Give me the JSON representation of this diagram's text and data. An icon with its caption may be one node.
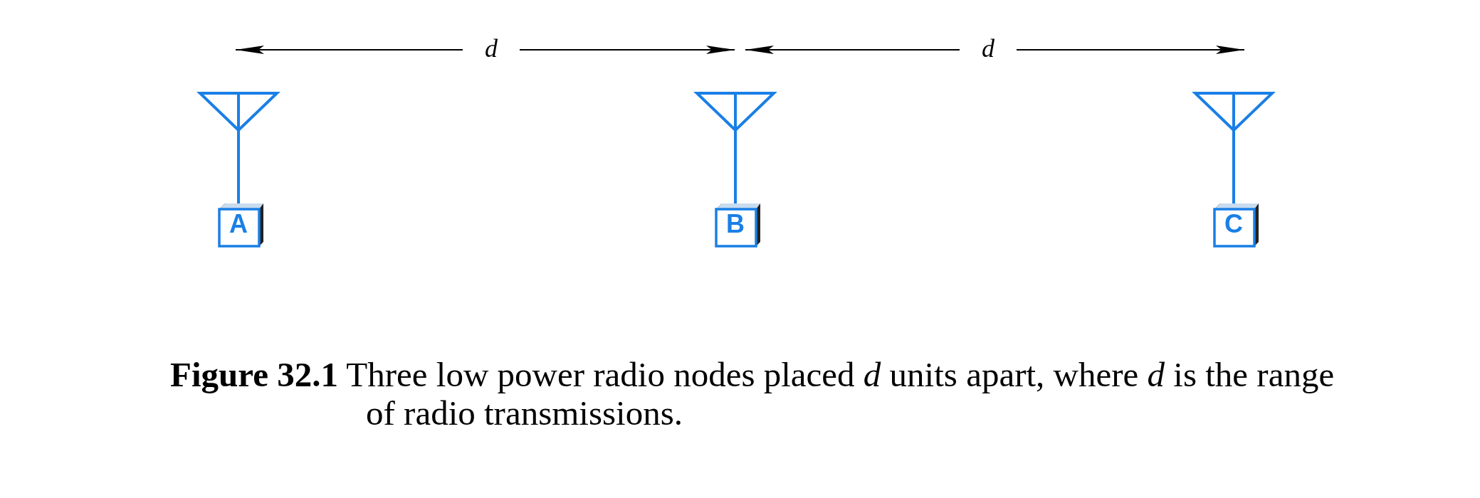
{
  "diagram": {
    "caption": "**Figure 32.1** Three low power radio nodes placed *d* units apart, where *d* is the range of radio transmissions.",
    "nodes": [
      {
        "text": [
          "A"
        ]
      },
      {
        "text": [
          "B"
        ]
      },
      {
        "text": [
          "C"
        ]
      }
    ],
    "edges": [],
    "labels": [
      "d",
      "d"
    ]
  }
}
